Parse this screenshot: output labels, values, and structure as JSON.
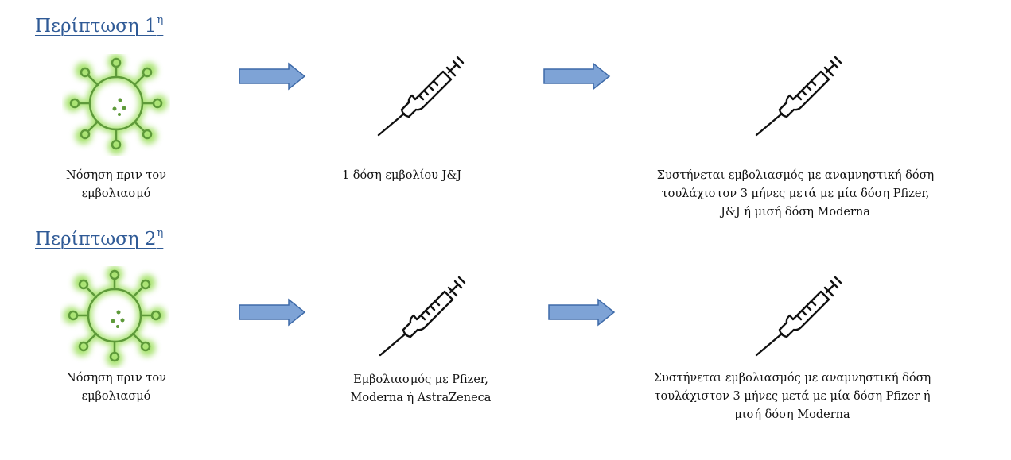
{
  "cases": [
    {
      "title": "Περίπτωση 1",
      "title_sup": "η",
      "steps": [
        {
          "icon": "virus-icon",
          "lines": [
            "Νόσηση πριν τον",
            "εμβολιασμό"
          ]
        },
        {
          "icon": "syringe-icon",
          "lines": [
            "1 δόση εμβολίου J&J"
          ]
        },
        {
          "icon": "syringe-icon",
          "lines": [
            "Συστήνεται εμβολιασμός με αναμνηστική δόση",
            "τουλάχιστον 3 μήνες μετά με μία δόση Pfizer,",
            "J&J ή μισή δόση Moderna"
          ]
        }
      ]
    },
    {
      "title": "Περίπτωση 2",
      "title_sup": "η",
      "steps": [
        {
          "icon": "virus-icon",
          "lines": [
            "Νόσηση πριν τον",
            "εμβολιασμό"
          ]
        },
        {
          "icon": "syringe-icon",
          "lines": [
            "Εμβολιασμός με Pfizer,",
            "Moderna ή AstraZeneca"
          ]
        },
        {
          "icon": "syringe-icon",
          "lines": [
            "Συστήνεται εμβολιασμός με αναμνηστική δόση",
            "τουλάχιστον 3 μήνες μετά με μία δόση Pfizer ή",
            "μισή δόση Moderna"
          ]
        }
      ]
    }
  ],
  "colors": {
    "heading": "#2f5a96",
    "arrow_fill": "#7ea3d6",
    "arrow_stroke": "#3e6aa8",
    "virus_stroke": "#5e9a3a",
    "virus_glow": "#9fe060"
  }
}
